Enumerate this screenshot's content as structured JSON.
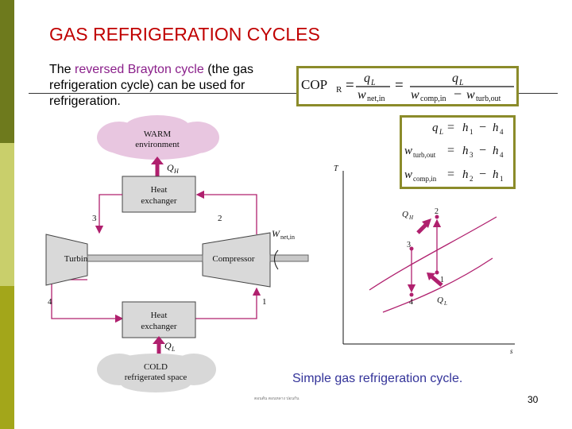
{
  "slide": {
    "title": "GAS REFRIGERATION CYCLES",
    "intro_pre": "The ",
    "intro_highlight": "reversed Brayton cycle",
    "intro_post": " (the gas refrigeration cycle) can be used for refrigeration.",
    "caption": "Simple gas refrigeration cycle.",
    "credit": "ตอนต้น ตอนหลาง ปอนกัน",
    "page_number": "30"
  },
  "equations": {
    "cop": {
      "lhs": "COP",
      "lhs_sub": "R",
      "f1_num": "q",
      "f1_num_sub": "L",
      "f1_den": "w",
      "f1_den_sub": "net,in",
      "f2_num": "q",
      "f2_num_sub": "L",
      "f2_den_a": "w",
      "f2_den_a_sub": "comp,in",
      "f2_den_b": "w",
      "f2_den_b_sub": "turb,out"
    },
    "ql": {
      "lhs": "q",
      "lhs_sub": "L",
      "rhs": "h",
      "rhs_a_sub": "1",
      "rhs_b_sub": "4"
    },
    "wturb": {
      "lhs": "w",
      "lhs_sub": "turb,out",
      "rhs": "h",
      "rhs_a_sub": "3",
      "rhs_b_sub": "4"
    },
    "wcomp": {
      "lhs": "w",
      "lhs_sub": "comp,in",
      "rhs": "h",
      "rhs_a_sub": "2",
      "rhs_b_sub": "1"
    }
  },
  "schematic": {
    "warm_line1": "WARM",
    "warm_line2": "environment",
    "qh": "Q",
    "qh_sub": "H",
    "heat_ex_line1": "Heat",
    "heat_ex_line2": "exchanger",
    "turbine": "Turbine",
    "compressor": "Compressor",
    "wnet": "W",
    "wnet_sub": "net,in",
    "ql": "Q",
    "ql_sub": "L",
    "cold_line1": "COLD",
    "cold_line2": "refrigerated space",
    "states": [
      "1",
      "2",
      "3",
      "4"
    ]
  },
  "ts_diagram": {
    "t_axis": "T",
    "s_axis": "s",
    "qh": "Q",
    "qh_sub": "H",
    "ql": "Q",
    "ql_sub": "L",
    "states": [
      "1",
      "2",
      "3",
      "4"
    ]
  },
  "colors": {
    "title": "#c00000",
    "highlight": "#8a1f8a",
    "caption": "#333399",
    "process": "#b0206e",
    "warm": "#e8c6e0",
    "cold": "#d8d8d8",
    "box_border": "#8b8b2a"
  }
}
